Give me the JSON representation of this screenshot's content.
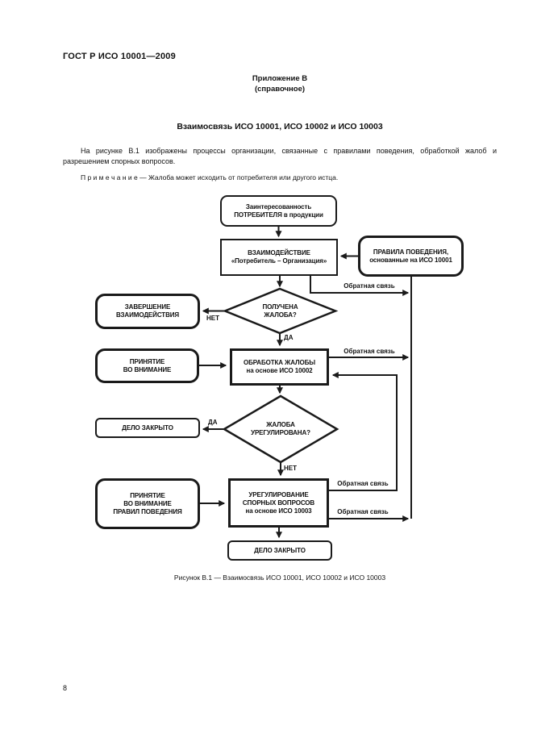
{
  "page": {
    "header": "ГОСТ Р ИСО 10001—2009",
    "appendix_label": "Приложение В",
    "appendix_note": "(справочное)",
    "section_title": "Взаимосвязь ИСО 10001, ИСО 10002 и ИСО 10003",
    "paragraph": "На рисунке В.1 изображены процессы организации, связанные с правилами поведения, обработкой жалоб и разрешением спорных вопросов.",
    "note": "П р и м е ч а н и е — Жалоба может исходить от потребителя или другого истца.",
    "figure_caption": "Рисунок В.1 — Взаимосвязь ИСО 10001, ИСО 10002 и ИСО 10003",
    "page_number": "8"
  },
  "flowchart": {
    "nodes": {
      "consumer_interest": {
        "text": "Заинтересованность\nПОТРЕБИТЕЛЯ в продукции"
      },
      "interaction": {
        "text": "ВЗАИМОДЕЙСТВИЕ\n«Потребитель – Организация»"
      },
      "code_of_conduct": {
        "text": "ПРАВИЛА ПОВЕДЕНИЯ,\nоснованные на ИСО 10001"
      },
      "complaint_received": {
        "text": "ПОЛУЧЕНА\nЖАЛОБА?"
      },
      "end_interaction": {
        "text": "ЗАВЕРШЕНИЕ\nВЗАИМОДЕЙСТВИЯ"
      },
      "taking_into_account": {
        "text": "ПРИНЯТИЕ\nВО ВНИМАНИЕ"
      },
      "complaints_handling": {
        "text": "ОБРАБОТКА ЖАЛОБЫ\nна основе ИСО 10002"
      },
      "complaint_resolved": {
        "text": "ЖАЛОБА\nУРЕГУЛИРОВАНА?"
      },
      "case_closed_left": {
        "text": "ДЕЛО ЗАКРЫТО"
      },
      "taking_into_account_code": {
        "text": "ПРИНЯТИЕ\nВО ВНИМАНИЕ\nПРАВИЛ ПОВЕДЕНИЯ"
      },
      "dispute_resolution": {
        "text": "УРЕГУЛИРОВАНИЕ\nСПОРНЫХ ВОПРОСОВ\nна основе ИСО 10003"
      },
      "case_closed_bottom": {
        "text": "ДЕЛО ЗАКРЫТО"
      }
    },
    "labels": {
      "no_1": "НЕТ",
      "yes_1": "ДА",
      "yes_2": "ДА",
      "no_2": "НЕТ",
      "feedback_1": "Обратная связь",
      "feedback_2": "Обратная связь",
      "feedback_3": "Обратная связь",
      "feedback_4": "Обратная связь"
    },
    "colors": {
      "ink": "#1a1a1a",
      "paper": "#ffffff"
    }
  }
}
